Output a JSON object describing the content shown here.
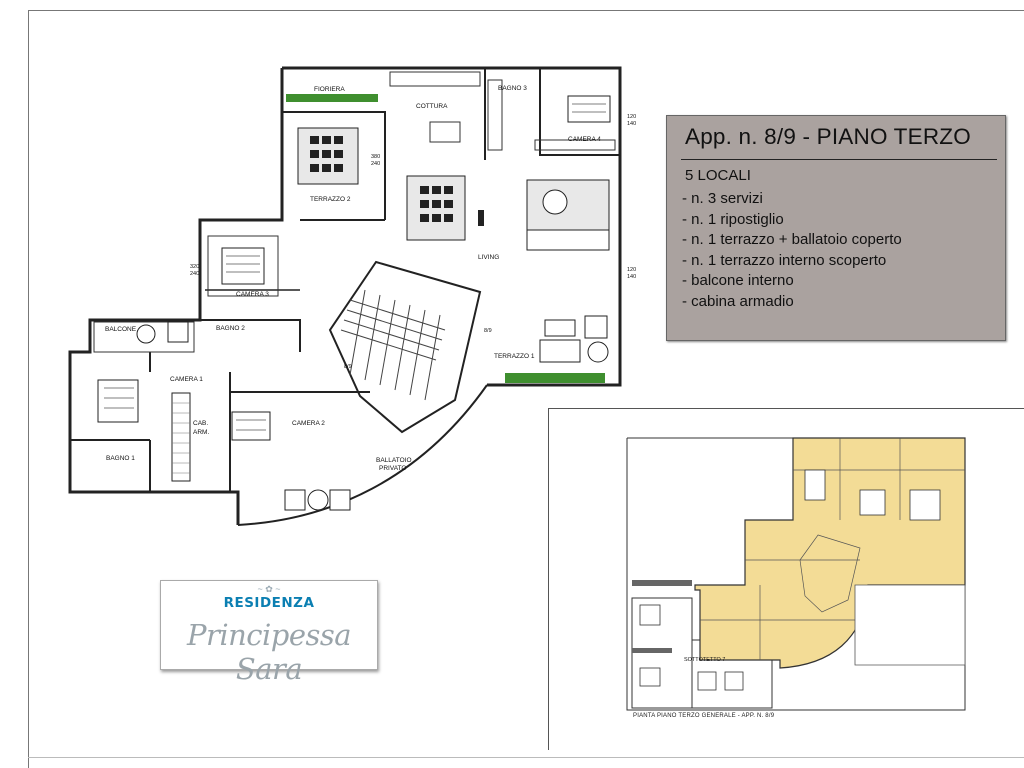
{
  "info_box": {
    "title": "App. n. 8/9 - PIANO TERZO",
    "subtitle": "5 LOCALI",
    "features": [
      "- n. 3 servizi",
      "- n. 1 ripostiglio",
      "- n. 1 terrazzo + ballatoio coperto",
      "- n. 1 terrazzo interno scoperto",
      "- balcone interno",
      "- cabina armadio"
    ]
  },
  "logo": {
    "ornament": "~ ✿ ~",
    "line1": "RESIDENZA",
    "line2": "Principessa Sara"
  },
  "plan_labels": {
    "fioriera": "FIORIERA",
    "cottura": "COTTURA",
    "bagno3": "BAGNO 3",
    "camera4": "CAMERA 4",
    "terrazzo2": "TERRAZZO 2",
    "living": "LIVING",
    "camera3": "CAMERA 3",
    "bagno2": "BAGNO 2",
    "balcone": "BALCONE",
    "camera1": "CAMERA 1",
    "cab": "CAB.",
    "arm": "ARM.",
    "camera2": "CAMERA 2",
    "bagno1": "BAGNO 1",
    "terrazzo1": "TERRAZZO 1",
    "ballatoio1": "BALLATOIO",
    "ballatoio2": "PRIVATO",
    "unit_9": "8/9",
    "unit_8": "8/9",
    "win1a": "120",
    "win1b": "140",
    "win2a": "380",
    "win2b": "240",
    "win3a": "320",
    "win3b": "240",
    "win4a": "120",
    "win4b": "140"
  },
  "inset": {
    "sottotetto": "SOTTOTETTO 7",
    "caption": "PIANTA  PIANO  TERZO GENERALE - APP. N. 8/9"
  },
  "colors": {
    "info_bg": "#aaa29f",
    "highlight": "#f3dc96",
    "logo_blue": "#0b7fb2",
    "logo_grey": "#9aa4aa",
    "planter_green": "#3f8f2f"
  }
}
